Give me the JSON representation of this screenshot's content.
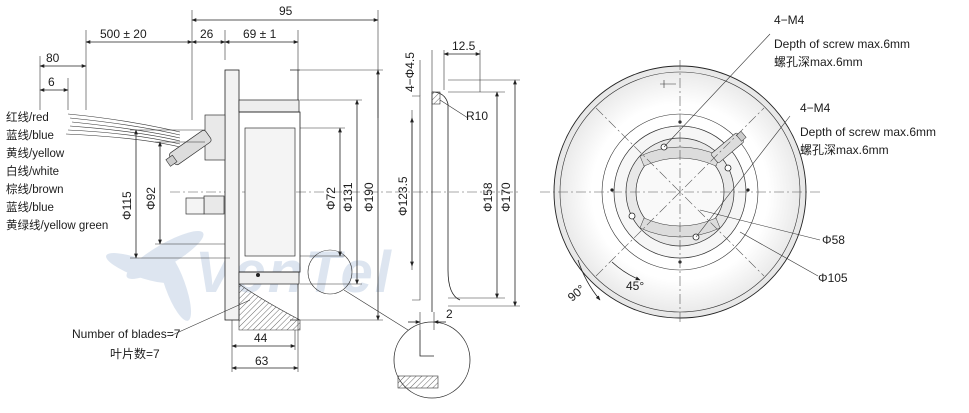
{
  "watermark": "VenTel",
  "wires": [
    "红线/red",
    "蓝线/blue",
    "黄线/yellow",
    "白线/white",
    "棕线/brown",
    "蓝线/blue",
    "黄绿线/yellow green"
  ],
  "blades": {
    "en": "Number of blades=7",
    "cn": "叶片数=7"
  },
  "side_view": {
    "d_95": "95",
    "d_500": "500 ± 20",
    "d_26": "26",
    "d_69": "69 ± 1",
    "d_80": "80",
    "d_6": "6",
    "d_115": "Φ115",
    "d_92": "Φ92",
    "d_72": "Φ72",
    "d_131": "Φ131",
    "d_190": "Φ190",
    "d_44": "44",
    "d_63": "63"
  },
  "section_view": {
    "d_hole": "4−Φ4.5",
    "d_125": "12.5",
    "d_r10": "R10",
    "d_1235": "Φ123.5",
    "d_158": "Φ158",
    "d_170": "Φ170",
    "d_2": "2"
  },
  "front_view": {
    "m4_top": "4−M4",
    "depth_top_en": "Depth of screw max.6mm",
    "depth_top_cn": "螺孔深max.6mm",
    "m4_mid": "4−M4",
    "depth_mid_en": "Depth of screw max.6mm",
    "depth_mid_cn": "螺孔深max.6mm",
    "d_58": "Φ58",
    "d_105": "Φ105",
    "a_45": "45°",
    "a_90": "90°"
  }
}
